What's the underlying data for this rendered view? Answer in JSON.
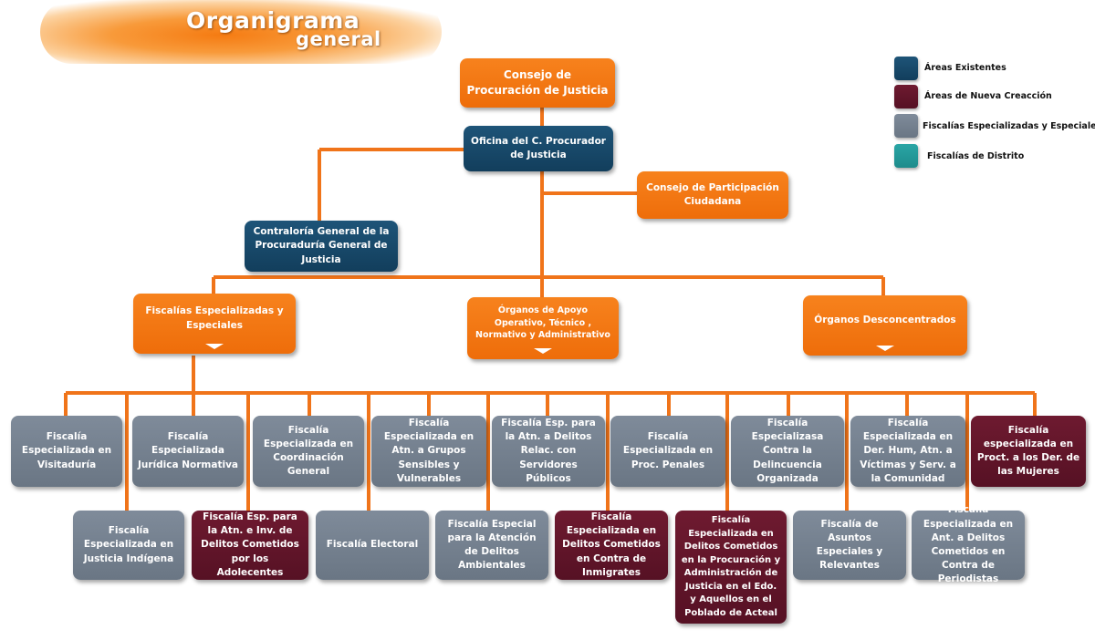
{
  "title": {
    "line1": "Organigrama",
    "line2": "general"
  },
  "legend": [
    {
      "label": "Áreas Existentes",
      "color": "#1a4c6e"
    },
    {
      "label": "Áreas de Nueva Creacción",
      "color": "#631629"
    },
    {
      "label": "Fiscalías Especializadas y Especiales",
      "color": "#74808f"
    },
    {
      "label": "Fiscalías de Distrito",
      "color": "#24a0a0"
    }
  ],
  "nodes": {
    "consejo_procuracion": "Consejo de Procuración de Justicia",
    "oficina_procurador": "Oficina del C. Procurador de Justicia",
    "consejo_participacion": "Consejo de Participación Ciudadana",
    "contraloria": "Contraloría General de la Procuraduría General de Justicia",
    "fiscalias_especializadas": "Fiscalías Especializadas y Especiales",
    "organos_apoyo": "Órganos de Apoyo Operativo, Técnico , Normativo y Administrativo",
    "organos_desconcentrados": "Órganos Desconcentrados",
    "visitaduria": "Fiscalía Especializada en Visitaduría",
    "juridica": "Fiscalía Especializada Jurídica Normativa",
    "coordinacion": "Fiscalía Especializada en Coordinación General",
    "grupos_sensibles": "Fiscalía Especializada en Atn. a Grupos Sensibles y Vulnerables",
    "servidores_publicos": "Fiscalía Esp. para la Atn. a Delitos Relac. con Servidores Públicos",
    "proc_penales": "Fiscalía Especializada en Proc. Penales",
    "delincuencia": "Fiscalía Especializasa Contra la Delincuencia Organizada",
    "der_hum": "Fiscalía Especializada en Der. Hum, Atn. a Víctimas y Serv. a la Comunidad",
    "mujeres": "Fiscalía especializada en Proct. a los Der. de las Mujeres",
    "justicia_indigena": "Fiscalía Especializada en Justicia Indígena",
    "adolecentes": "Fiscalía Esp. para la Atn. e Inv. de Delitos Cometidos por los Adolecentes",
    "electoral": "Fiscalía Electoral",
    "ambientales": "Fiscalía Especial para la Atención de Delitos Ambientales",
    "inmigrantes": "Fiscalía Especializada en Delitos Cometidos en Contra de Inmigrates",
    "acteal": "Fiscalía Especializada en Delitos Cometidos en la Procuración y Administración de Justicia en el Edo. y Aquellos en el Poblado de Acteal",
    "asuntos": "Fiscalía de Asuntos Especiales y Relevantes",
    "periodistas": "Fiscalía Especializada en Ant. a Delitos Cometidos en Contra de Periodistas"
  }
}
